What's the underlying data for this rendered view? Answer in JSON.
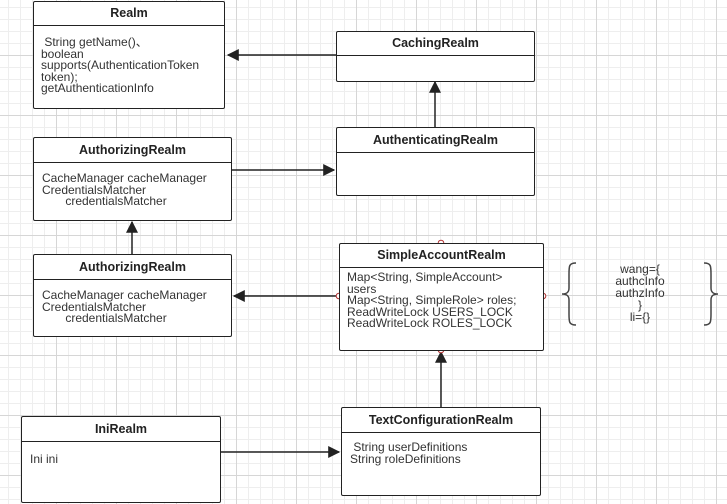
{
  "classes": {
    "realm": {
      "title": "Realm",
      "lines": [
        " String getName()、",
        "boolean",
        "supports(AuthenticationToken",
        "token);",
        "getAuthenticationInfo"
      ]
    },
    "caching_realm": {
      "title": "CachingRealm",
      "lines": []
    },
    "authenticating_realm": {
      "title": "AuthenticatingRealm",
      "lines": []
    },
    "authorizing_realm_top": {
      "title": "AuthorizingRealm",
      "lines": [
        "CacheManager cacheManager",
        "CredentialsMatcher",
        "       credentialsMatcher"
      ]
    },
    "authorizing_realm_bottom": {
      "title": "AuthorizingRealm",
      "lines": [
        "CacheManager cacheManager",
        "CredentialsMatcher",
        "       credentialsMatcher"
      ]
    },
    "simple_account_realm": {
      "title": "SimpleAccountRealm",
      "lines": [
        "Map<String, SimpleAccount>",
        "users",
        "Map<String, SimpleRole> roles;",
        "ReadWriteLock USERS_LOCK",
        "ReadWriteLock ROLES_LOCK"
      ]
    },
    "ini_realm": {
      "title": "IniRealm",
      "lines": [
        "Ini ini"
      ]
    },
    "text_configuration_realm": {
      "title": "TextConfigurationRealm",
      "lines": [
        " String userDefinitions",
        "String roleDefinitions"
      ]
    }
  },
  "note": {
    "lines": [
      "wang={",
      "authcInfo",
      "authzInfo",
      "}",
      "li={}"
    ]
  },
  "colors": {
    "line": "#222222",
    "connector_dot": "#b03030"
  }
}
